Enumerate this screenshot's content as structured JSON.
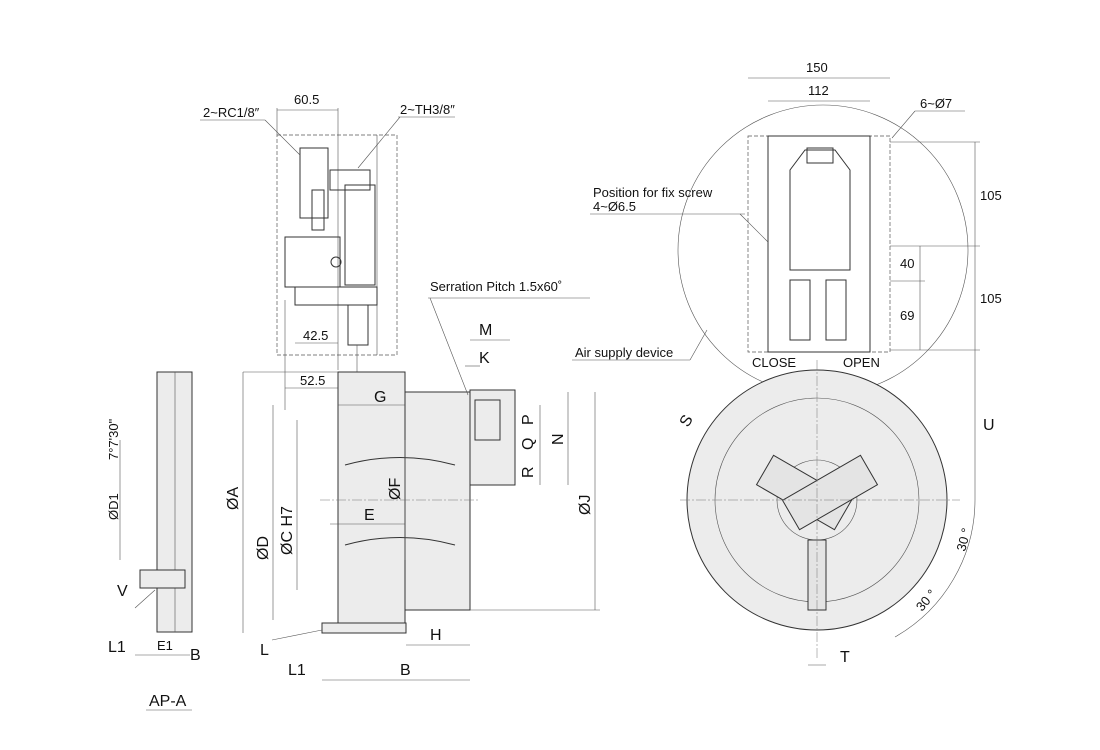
{
  "top_view": {
    "dim_60_5": "60.5",
    "port_rc": "2~RC1/8″",
    "port_th": "2~TH3/8″",
    "dim_42_5": "42.5",
    "dim_52_5": "52.5"
  },
  "main_view": {
    "serration": "Serration Pitch 1.5x60˚",
    "M": "M",
    "K": "K",
    "G": "G",
    "Q": "Q",
    "P": "P",
    "R": "R",
    "N": "N",
    "A": "ØA",
    "D": "ØD",
    "C": "ØC H7",
    "F": "ØF",
    "E": "E",
    "J": "ØJ",
    "L": "L",
    "L1": "L1",
    "B": "B",
    "H": "H"
  },
  "side_view": {
    "angle": "7°7'30\"",
    "D1": "ØD1",
    "V": "V",
    "L1": "L1",
    "E1": "E1",
    "B": "B",
    "caption": "AP-A"
  },
  "front_view": {
    "dim_150": "150",
    "dim_112": "112",
    "holes": "6~Ø7",
    "fix_screw": "Position for fix screw",
    "fix_screw_holes": "4~Ø6.5",
    "dim_105a": "105",
    "dim_105b": "105",
    "dim_40": "40",
    "dim_69": "69",
    "air_supply": "Air supply device",
    "close": "CLOSE",
    "open": "OPEN",
    "S": "S",
    "U": "U",
    "T": "T",
    "angle1": "30 °",
    "angle2": "30 °"
  }
}
